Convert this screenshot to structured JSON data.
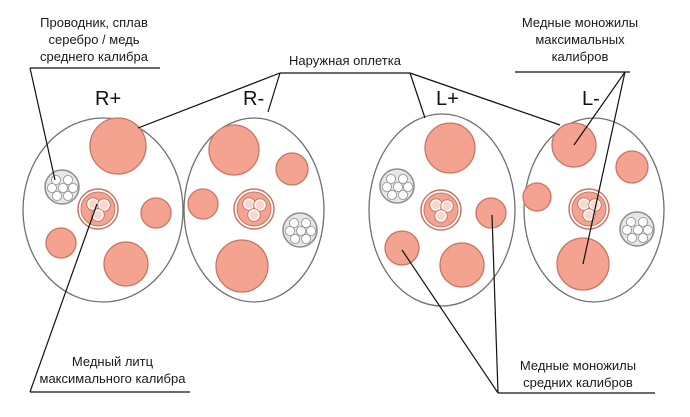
{
  "labels": {
    "silver_conductor": [
      "Проводник, сплав",
      "серебро / медь",
      "среднего калибра"
    ],
    "outer_braid": "Наружная оплетка",
    "copper_mono_max": [
      "Медные моножилы",
      "максимальных",
      "калибров"
    ],
    "copper_litz_max": [
      "Медный литц",
      "максимального калибра"
    ],
    "copper_mono_mid": [
      "Медные моножилы",
      "средних калибров"
    ]
  },
  "channels": [
    "R+",
    "R-",
    "L+",
    "L-"
  ],
  "colors": {
    "copper_fill": "#f4a391",
    "copper_stroke": "#c87564",
    "silver_fill": "#e6e6e6",
    "silver_stroke": "#8c8c8c",
    "jacket_stroke": "#707070",
    "line": "#111111"
  }
}
